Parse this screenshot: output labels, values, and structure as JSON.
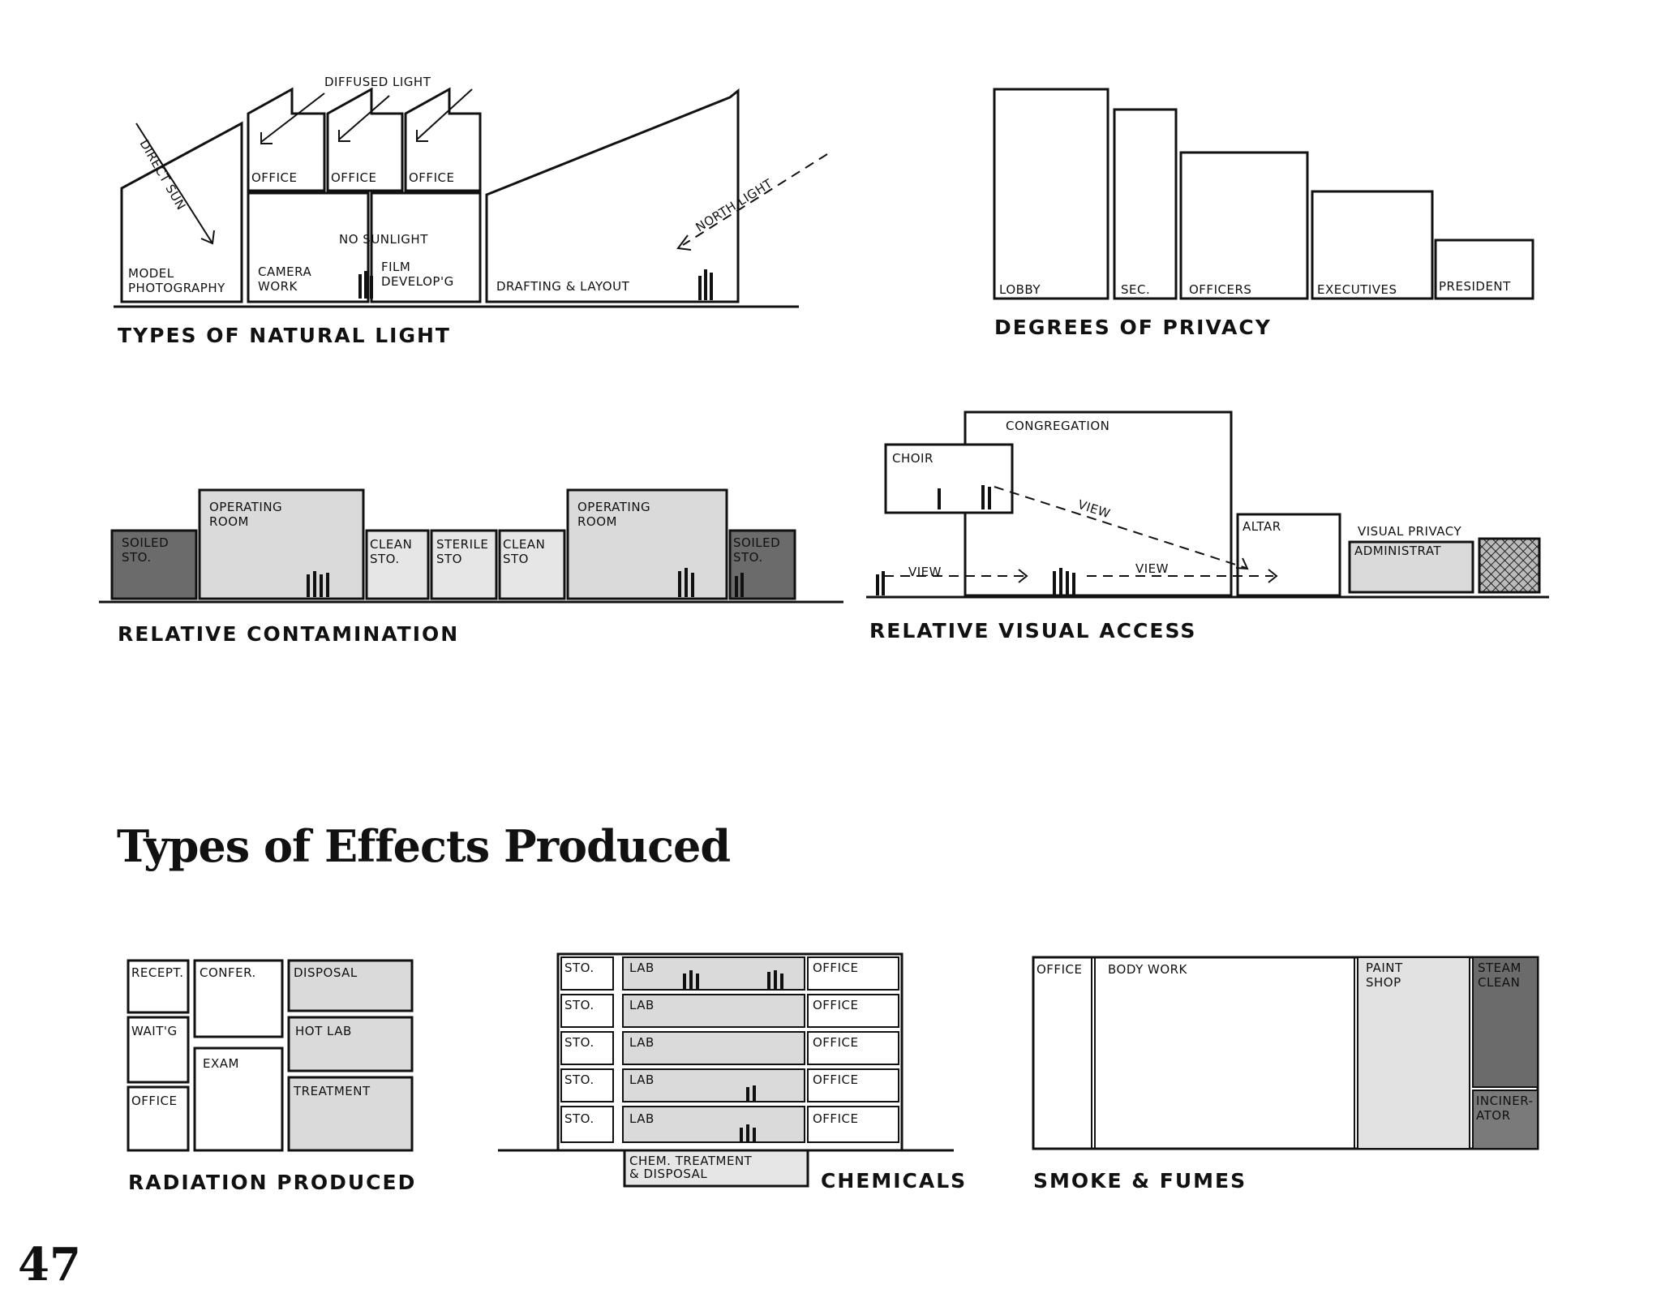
{
  "section_heading": "Types of Effects Produced",
  "page_number": "47",
  "colors": {
    "ink": "#111111",
    "light_shade": "#dadada",
    "medium_shade": "#bdbdbd",
    "dark_shade": "#6b6b6b"
  },
  "natural_light": {
    "caption": "TYPES OF NATURAL LIGHT",
    "diffused_light": "DIFFUSED LIGHT",
    "direct_sun": "DIRECT SUN",
    "north_light": "NORTH LIGHT",
    "office_1": "OFFICE",
    "office_2": "OFFICE",
    "office_3": "OFFICE",
    "model_photography": [
      "MODEL",
      "PHOTOGRAPHY"
    ],
    "camera_work": [
      "CAMERA",
      "WORK"
    ],
    "no_sunlight": "NO SUNLIGHT",
    "film_developing": [
      "FILM",
      "DEVELOP'G"
    ],
    "drafting_layout": "DRAFTING & LAYOUT"
  },
  "privacy": {
    "caption": "DEGREES OF PRIVACY",
    "rooms": [
      "LOBBY",
      "SEC.",
      "OFFICERS",
      "EXECUTIVES",
      "PRESIDENT"
    ]
  },
  "contamination": {
    "caption": "RELATIVE CONTAMINATION",
    "soiled_left": [
      "SOILED",
      "STO."
    ],
    "operating_left": [
      "OPERATING",
      "ROOM"
    ],
    "clean_1": [
      "CLEAN",
      "STO."
    ],
    "sterile": [
      "STERILE",
      "STO"
    ],
    "clean_2": [
      "CLEAN",
      "STO"
    ],
    "operating_right": [
      "OPERATING",
      "ROOM"
    ],
    "soiled_right": [
      "SOILED",
      "STO."
    ]
  },
  "visual_access": {
    "caption": "RELATIVE VISUAL ACCESS",
    "congregation": "CONGREGATION",
    "choir": "CHOIR",
    "view_1": "VIEW",
    "view_2": "VIEW",
    "view_3": "VIEW",
    "altar": "ALTAR",
    "visual_privacy": "VISUAL PRIVACY",
    "administrat": "ADMINISTRAT"
  },
  "radiation": {
    "caption": "RADIATION PRODUCED",
    "recept": "RECEPT.",
    "confer": "CONFER.",
    "disposal": "DISPOSAL",
    "waitg": "WAIT'G",
    "hot_lab": "HOT LAB",
    "exam": "EXAM",
    "office": "OFFICE",
    "treatment": "TREATMENT"
  },
  "chemicals": {
    "caption": "CHEMICALS",
    "floors": [
      {
        "sto": "STO.",
        "lab": "LAB",
        "office": "OFFICE"
      },
      {
        "sto": "STO.",
        "lab": "LAB",
        "office": "OFFICE"
      },
      {
        "sto": "STO.",
        "lab": "LAB",
        "office": "OFFICE"
      },
      {
        "sto": "STO.",
        "lab": "LAB",
        "office": "OFFICE"
      },
      {
        "sto": "STO.",
        "lab": "LAB",
        "office": "OFFICE"
      }
    ],
    "chem_treatment": [
      "CHEM. TREATMENT",
      "& DISPOSAL"
    ]
  },
  "smoke": {
    "caption": "SMOKE & FUMES",
    "office": "OFFICE",
    "body_work": "BODY WORK",
    "paint_shop": [
      "PAINT",
      "SHOP"
    ],
    "steam_clean": [
      "STEAM",
      "CLEAN"
    ],
    "incinerator": [
      "INCINER-",
      "ATOR"
    ]
  }
}
